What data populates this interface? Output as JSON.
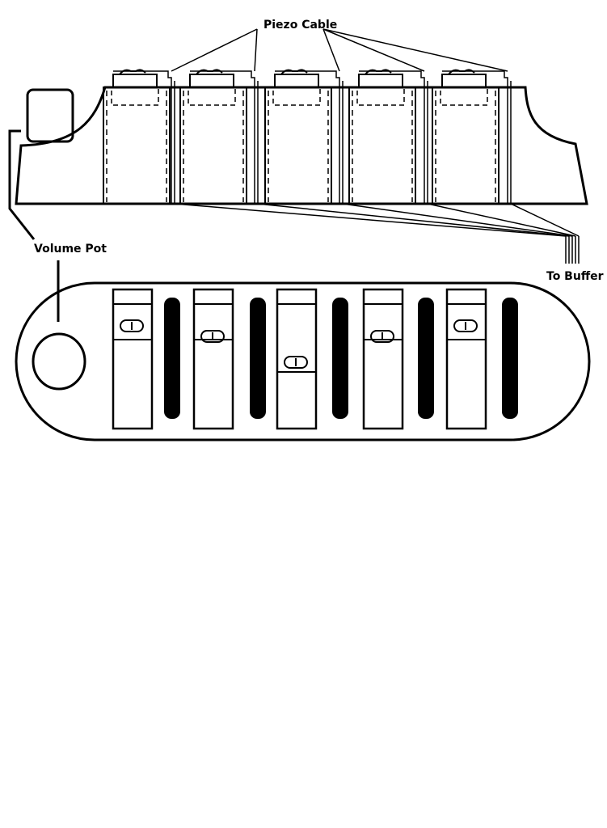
{
  "labels": {
    "piezo_cable": "Piezo Cable",
    "volume_pot": "Volume Pot",
    "to_buffer": "To Buffer"
  },
  "colors": {
    "line": "#000000",
    "background": "#ffffff"
  },
  "side_view": {
    "slot_count": 5
  },
  "top_view": {
    "slider_count": 5,
    "divider_count": 5
  }
}
